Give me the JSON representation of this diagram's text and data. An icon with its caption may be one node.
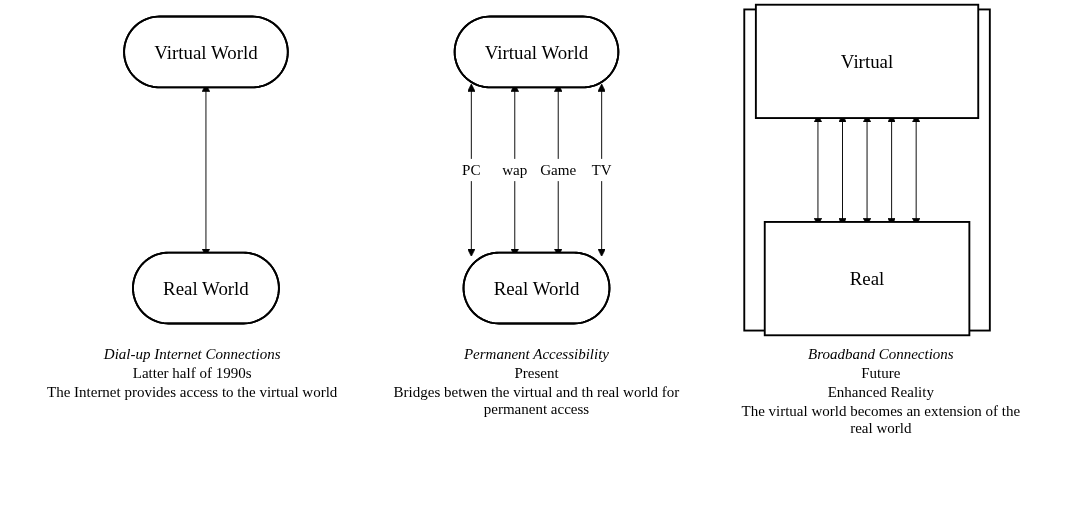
{
  "diagram": {
    "nodes": [
      {
        "text": [
          "Virtual World"
        ]
      },
      {
        "text": [
          "Real World"
        ]
      },
      {
        "text": [
          "Virtual World"
        ]
      },
      {
        "text": [
          "Real World"
        ]
      },
      {
        "text": [],
        "shape": "box"
      },
      {
        "text": [
          "Virtual"
        ],
        "in": 4
      },
      {
        "text": [
          "Real"
        ],
        "in": 4
      }
    ],
    "edges": [
      {
        "from": 0,
        "to": 1,
        "arrow": "both"
      },
      {
        "from": 2,
        "to": 3,
        "arrow": "both",
        "label": "PC"
      },
      {
        "from": 2,
        "to": 3,
        "arrow": "both",
        "label": "wap"
      },
      {
        "from": 2,
        "to": 3,
        "arrow": "both",
        "label": "Game"
      },
      {
        "from": 2,
        "to": 3,
        "arrow": "both",
        "label": "TV"
      },
      {
        "from": 5,
        "to": 6,
        "arrow": "both"
      },
      {
        "from": 5,
        "to": 6,
        "arrow": "both"
      },
      {
        "from": 5,
        "to": 6,
        "arrow": "both"
      },
      {
        "from": 5,
        "to": 6,
        "arrow": "both"
      },
      {
        "from": 5,
        "to": 6,
        "arrow": "both"
      }
    ],
    "labels": [
      "Dial-up Internet Connections",
      "Permanent Accessibility",
      "Broadband Connections",
      "Latter half of 1990s",
      "The Internet provides access to the virtual world",
      "Present",
      "Bridges betwen the virtual and th real world for permanent access",
      "Future",
      "Enhanced Reality",
      "The virtual world becomes an extension of the real world"
    ]
  }
}
